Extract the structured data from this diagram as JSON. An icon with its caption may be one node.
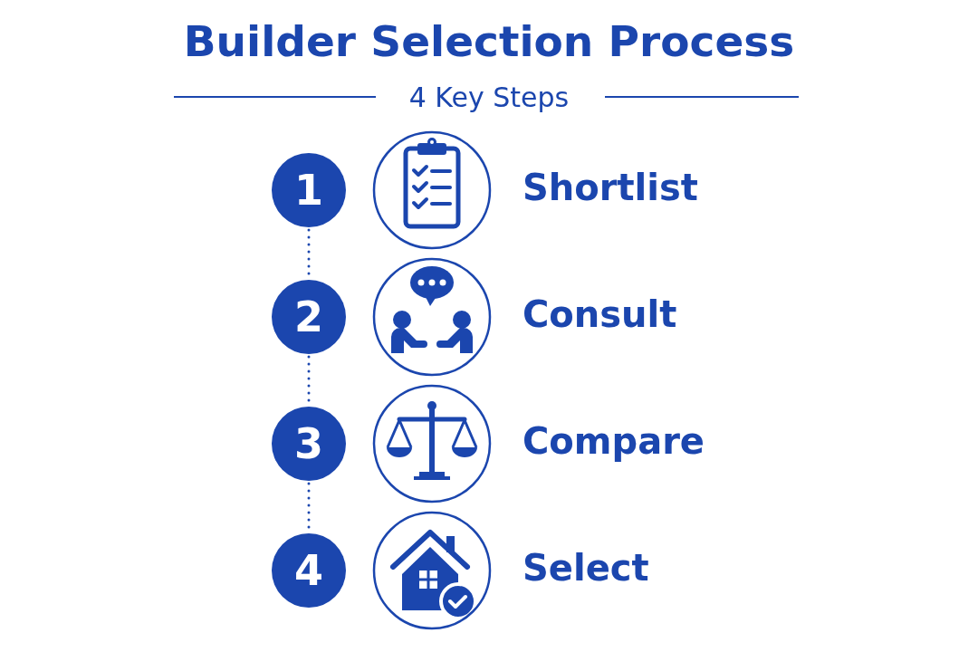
{
  "diagram": {
    "title": "Builder Selection Process",
    "nodes": [
      {
        "text": [
          "1"
        ]
      },
      {
        "text": [
          "2"
        ]
      },
      {
        "text": [
          "3"
        ]
      },
      {
        "text": [
          "4"
        ]
      }
    ],
    "edges": [
      {
        "from": 0,
        "to": 1,
        "arrow": "none",
        "style": "dashed"
      },
      {
        "from": 1,
        "to": 2,
        "arrow": "none",
        "style": "dashed"
      },
      {
        "from": 2,
        "to": 3,
        "arrow": "none",
        "style": "dashed"
      }
    ],
    "labels": [
      "4 Key Steps",
      "Shortlist",
      "Consult",
      "Compare",
      "Select"
    ]
  }
}
